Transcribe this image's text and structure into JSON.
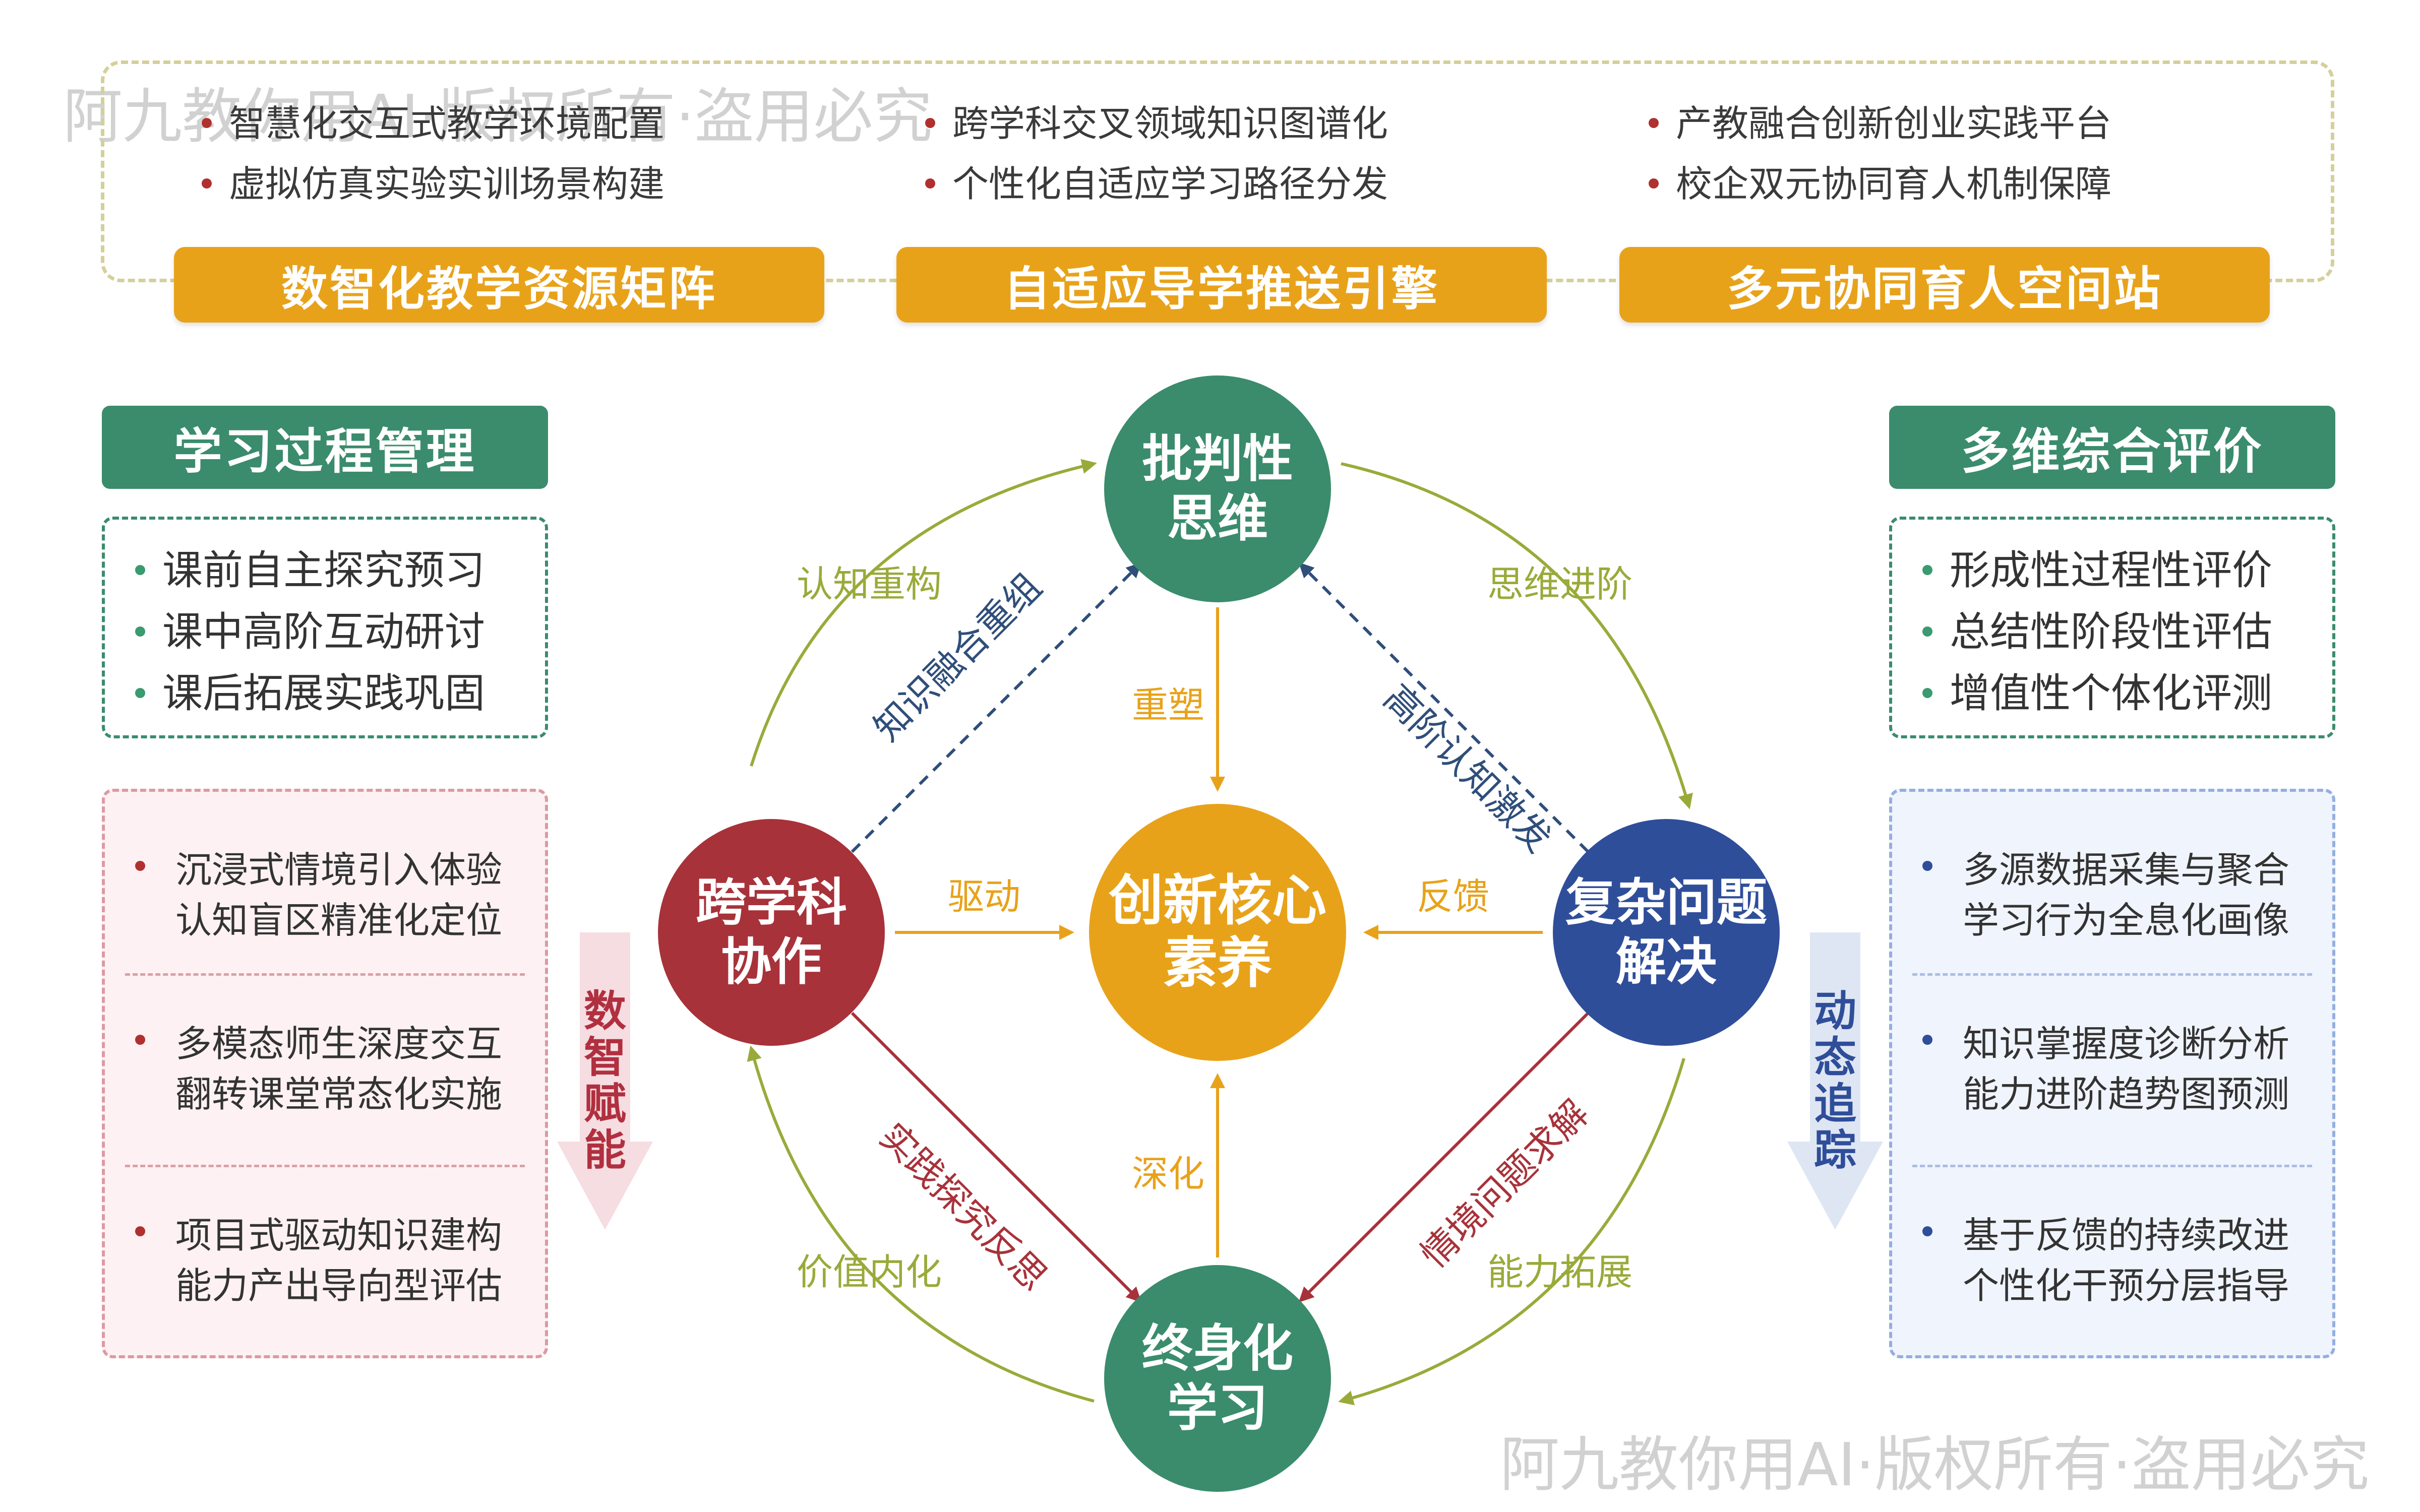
{
  "watermark": "阿九教你用AI·版权所有·盗用必究",
  "top": {
    "col1": [
      "智慧化交互式教学环境配置",
      "虚拟仿真实验实训场景构建"
    ],
    "col2": [
      "跨学科交叉领域知识图谱化",
      "个性化自适应学习路径分发"
    ],
    "col3": [
      "产教融合创新创业实践平台",
      "校企双元协同育人机制保障"
    ],
    "pills": [
      "数智化教学资源矩阵",
      "自适应导学推送引擎",
      "多元协同育人空间站"
    ]
  },
  "left": {
    "header": "学习过程管理",
    "items": [
      "课前自主探究预习",
      "课中高阶互动研讨",
      "课后拓展实践巩固"
    ],
    "lower": [
      [
        "沉浸式情境引入体验",
        "认知盲区精准化定位"
      ],
      [
        "多模态师生深度交互",
        "翻转课堂常态化实施"
      ],
      [
        "项目式驱动知识建构",
        "能力产出导向型评估"
      ]
    ],
    "arrow_label": "数智赋能"
  },
  "right": {
    "header": "多维综合评价",
    "items": [
      "形成性过程性评价",
      "总结性阶段性评估",
      "增值性个体化评测"
    ],
    "lower": [
      [
        "多源数据采集与聚合",
        "学习行为全息化画像"
      ],
      [
        "知识掌握度诊断分析",
        "能力进阶趋势图预测"
      ],
      [
        "基于反馈的持续改进",
        "个性化干预分层指导"
      ]
    ],
    "arrow_label": "动态追踪"
  },
  "nodes": {
    "top": [
      "批判性",
      "思维"
    ],
    "left": [
      "跨学科",
      "协作"
    ],
    "right": [
      "复杂问题",
      "解决"
    ],
    "bottom": [
      "终身化",
      "学习"
    ],
    "center": [
      "创新核心",
      "素养"
    ]
  },
  "edges": {
    "outer_tl": "认知重构",
    "outer_tr": "思维进阶",
    "outer_bl": "价值内化",
    "outer_br": "能力拓展",
    "diag_tl": "知识融合重组",
    "diag_tr": "高阶认知激发",
    "diag_bl": "实践探究反思",
    "diag_br": "情境问题求解",
    "to_center_top": "重塑",
    "to_center_left": "驱动",
    "to_center_right": "反馈",
    "to_center_bottom": "深化"
  },
  "colors": {
    "orange": "#e8a21a",
    "green": "#3a8c6c",
    "red": "#a8323a",
    "blue": "#2f4e9a",
    "olive": "#9aaa3a"
  }
}
